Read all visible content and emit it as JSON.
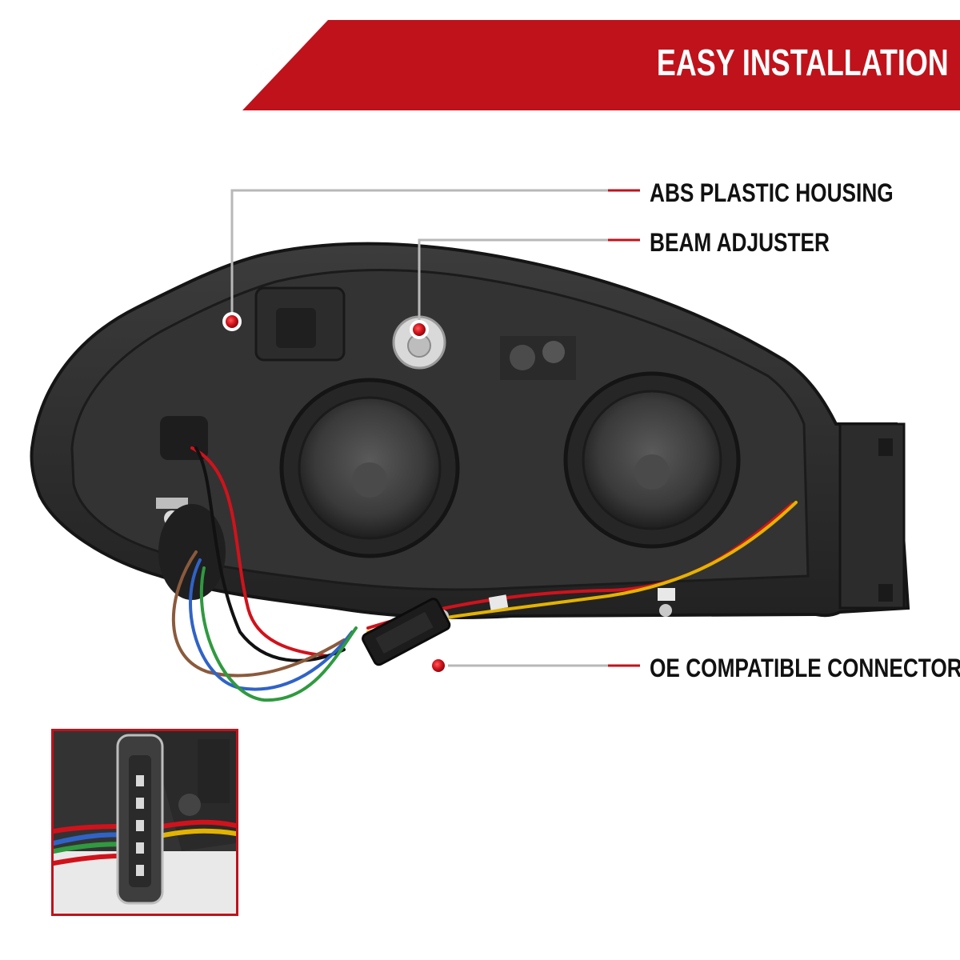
{
  "banner": {
    "title": "EASY INSTALLATION",
    "color": "#c0121b"
  },
  "callouts": [
    {
      "label": "ABS PLASTIC HOUSING"
    },
    {
      "label": "BEAM ADJUSTER"
    },
    {
      "label": "OE COMPATIBLE CONNECTOR"
    }
  ],
  "colors": {
    "accent": "#c0121b",
    "housing": "#2a2a2a",
    "text": "#111111"
  },
  "icons": [
    "callout-dot-icon",
    "headlight-assembly-image",
    "connector-closeup-image"
  ]
}
